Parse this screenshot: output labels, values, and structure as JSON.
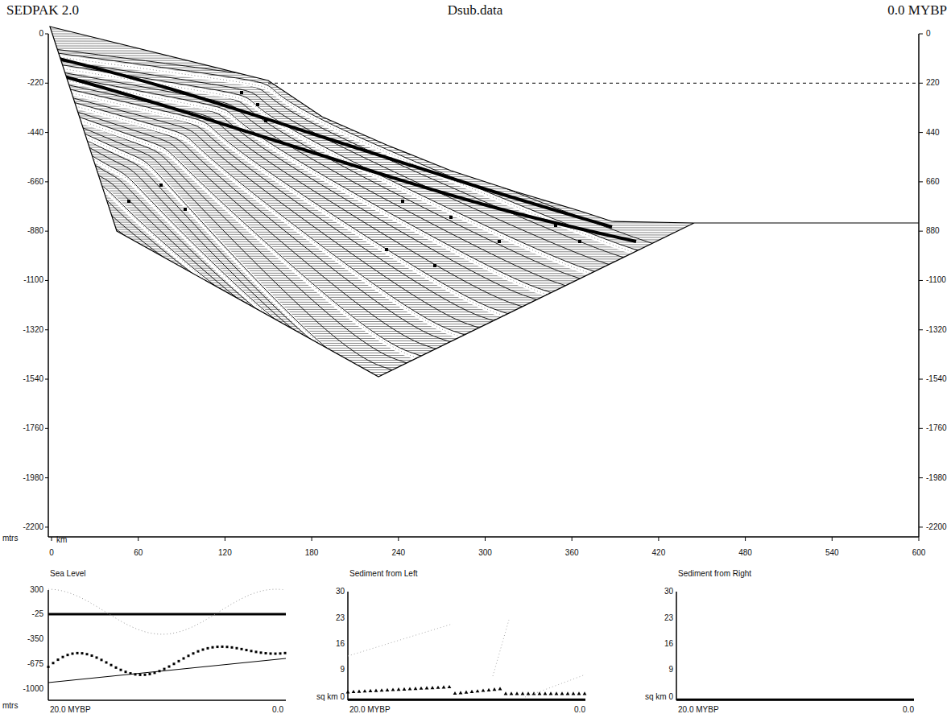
{
  "diagram": {
    "labels": [
      "SEDPAK 2.0",
      "Dsub.data",
      "0.0 MYBP",
      "0",
      "-220",
      "-440",
      "-660",
      "-880",
      "-1100",
      "-1320",
      "-1540",
      "-1760",
      "-1980",
      "-2200",
      "mtrs",
      "0",
      "220",
      "440",
      "660",
      "880",
      "-1100",
      "-1320",
      "-1540",
      "-1760",
      "-1980",
      "-2200",
      "km",
      "0",
      "60",
      "120",
      "180",
      "240",
      "300",
      "360",
      "420",
      "480",
      "540",
      "600",
      "Sea Level",
      "300",
      "-25",
      "-350",
      "-675",
      "-1000",
      "mtrs",
      "20.0  MYBP",
      "0.0",
      "Sediment from Left",
      "30",
      "23",
      "16",
      "9",
      "sq km 0",
      "20.0 MYBP",
      "0.0",
      "Sediment from Right",
      "30",
      "23",
      "16",
      "9",
      "sq km 0",
      "20.0 MYBP",
      "0.0"
    ]
  }
}
